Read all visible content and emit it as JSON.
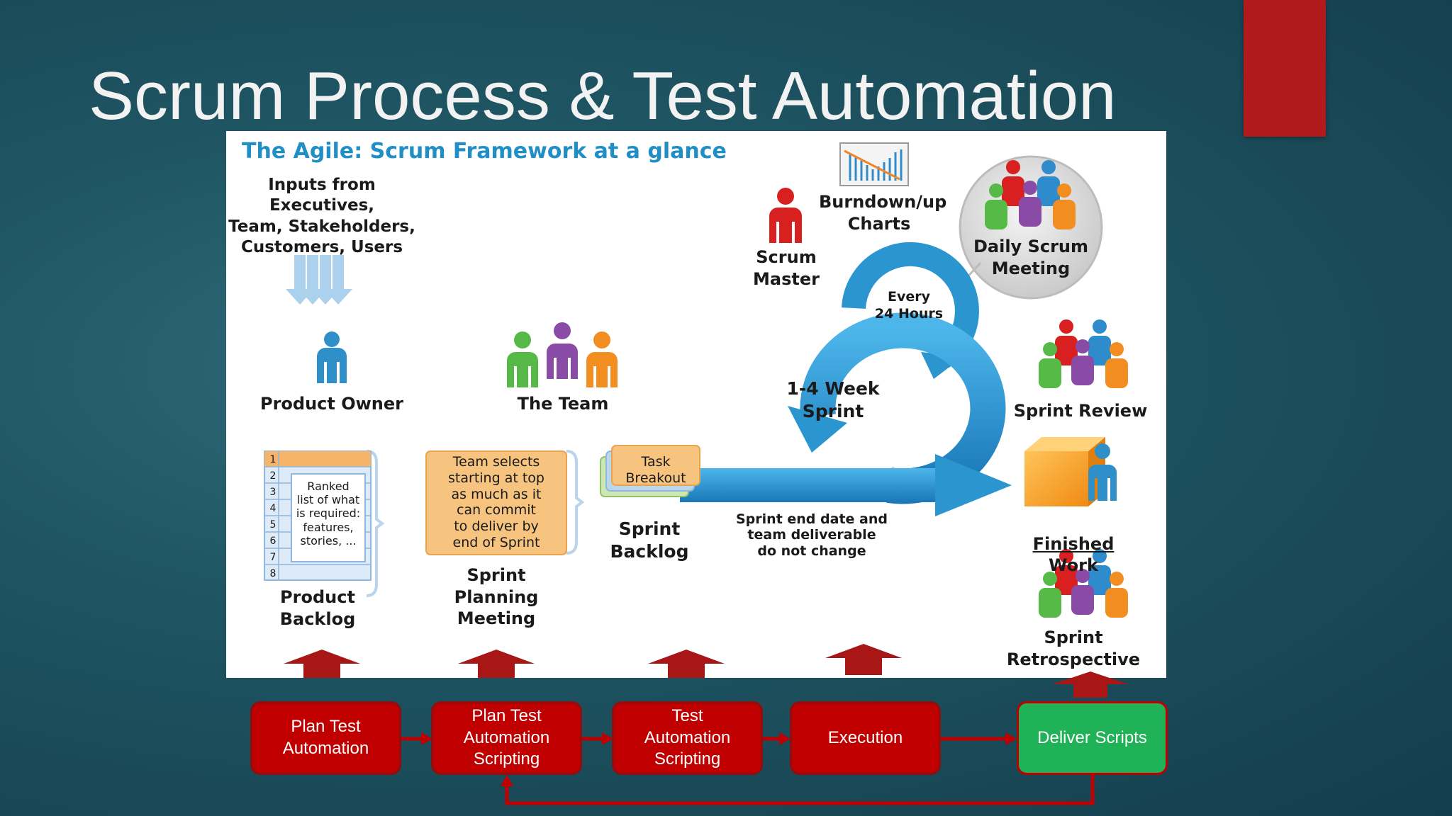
{
  "slide": {
    "title": "Scrum Process & Test Automation"
  },
  "framework": {
    "heading": "The Agile: Scrum Framework at a glance",
    "inputs": "Inputs from Executives,\nTeam, Stakeholders,\nCustomers, Users",
    "product_owner": "Product Owner",
    "the_team": "The Team",
    "scrum_master": "Scrum\nMaster",
    "burndown": "Burndown/up\nCharts",
    "daily_scrum": "Daily Scrum\nMeeting",
    "every_24": "Every\n24 Hours",
    "sprint_cycle": "1-4 Week\nSprint",
    "sprint_review": "Sprint Review",
    "finished_work_underlined": "Finished",
    "finished_work_rest": " Work",
    "sprint_retrospective": "Sprint\nRetrospective",
    "backlog_numbers": [
      "1",
      "2",
      "3",
      "4",
      "5",
      "6",
      "7",
      "8"
    ],
    "ranked_note": "Ranked\nlist of what\nis required:\nfeatures,\nstories, ...",
    "product_backlog": "Product\nBacklog",
    "team_selects": "Team selects\nstarting at top\nas much as it\ncan commit\nto deliver by\nend of Sprint",
    "sprint_planning": "Sprint\nPlanning\nMeeting",
    "task_breakout": "Task\nBreakout",
    "sprint_backlog": "Sprint\nBacklog",
    "sprint_end": "Sprint end date and\nteam deliverable\ndo not change"
  },
  "automation_steps": [
    {
      "label": "Plan Test\nAutomation"
    },
    {
      "label": "Plan Test\nAutomation\nScripting"
    },
    {
      "label": "Test\nAutomation\nScripting"
    },
    {
      "label": "Execution"
    },
    {
      "label": "Deliver Scripts"
    }
  ],
  "colors": {
    "step_red": "#c00000",
    "step_green": "#1fb257",
    "heading_blue": "#1f8fc6",
    "cycle_blue": "#2b95cf",
    "backlog_blue": "#bcd6ec",
    "note_orange": "#f6c47f"
  }
}
